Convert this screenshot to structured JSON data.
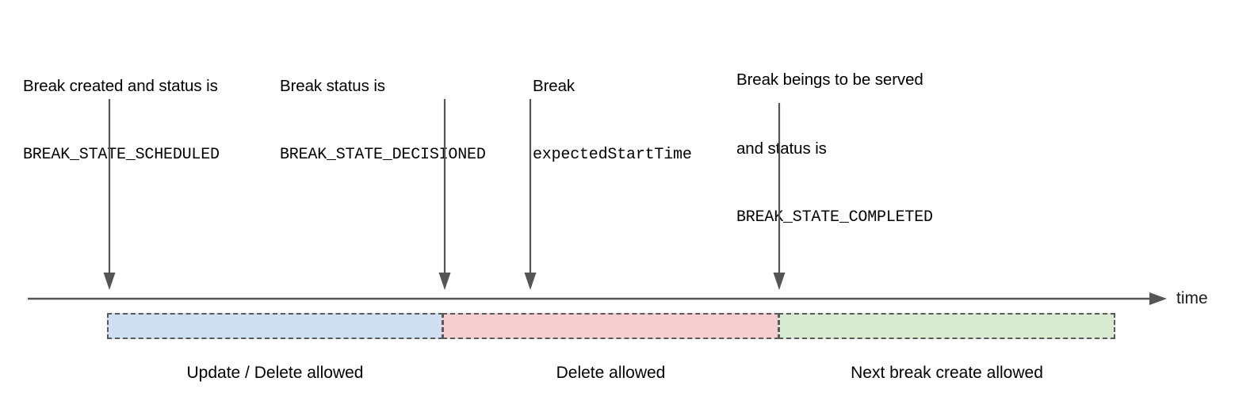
{
  "diagram": {
    "title": "Break lifecycle timeline",
    "axis": {
      "label": "time",
      "arrow_direction": "right",
      "color": "#555555"
    },
    "colors": {
      "scheduled_fill": "#cfdff1",
      "decisioned_fill": "#f5ced1",
      "completed_fill": "#d9ead3",
      "bar_border": "#5a5a5a",
      "arrow": "#555555",
      "text": "#000000"
    },
    "annotations": [
      {
        "id": "scheduled",
        "line1": "Break created and status is",
        "line2": "BREAK_STATE_SCHEDULED"
      },
      {
        "id": "decisioned",
        "line1": "Break status is",
        "line2": "BREAK_STATE_DECISIONED"
      },
      {
        "id": "expected-start-time",
        "line1": "Break",
        "line2": "expectedStartTime"
      },
      {
        "id": "completed",
        "line1": "Break beings to be served",
        "line2": "and status is",
        "line3": "BREAK_STATE_COMPLETED"
      }
    ],
    "phases": [
      {
        "id": "scheduled",
        "caption": "Update / Delete allowed",
        "fill": "#cfdff1"
      },
      {
        "id": "decisioned",
        "caption": "Delete allowed",
        "fill": "#f5ced1"
      },
      {
        "id": "completed",
        "caption": "Next break create allowed",
        "fill": "#d9ead3"
      }
    ]
  }
}
